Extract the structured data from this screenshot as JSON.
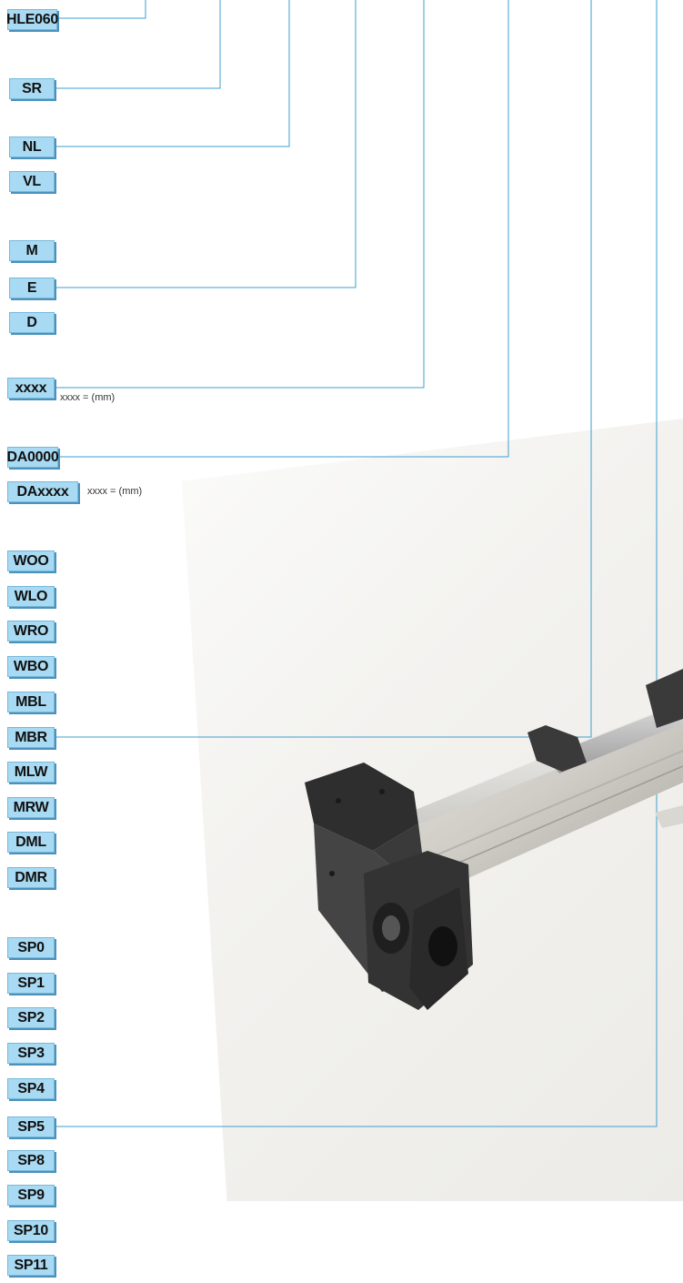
{
  "codes": {
    "model": "HLE060",
    "sr": "SR",
    "nl": "NL",
    "vl": "VL",
    "m": "M",
    "e": "E",
    "d": "D",
    "stroke": "xxxx",
    "da0000": "DA0000",
    "daxxxx": "DAxxxx",
    "woo": "WOO",
    "wlo": "WLO",
    "wro": "WRO",
    "wbo": "WBO",
    "mbl": "MBL",
    "mbr": "MBR",
    "mlw": "MLW",
    "mrw": "MRW",
    "dml": "DML",
    "dmr": "DMR",
    "sp0": "SP0",
    "sp1": "SP1",
    "sp2": "SP2",
    "sp3": "SP3",
    "sp4": "SP4",
    "sp5": "SP5",
    "sp8": "SP8",
    "sp9": "SP9",
    "sp10": "SP10",
    "sp11": "SP11"
  },
  "notes": {
    "stroke_note": "xxxx = (mm)",
    "da_note": "xxxx = (mm)"
  },
  "colors": {
    "box_fill": "#a9daf3",
    "box_shadow": "#4a91bb",
    "leader_line": "#3e9fd0"
  }
}
